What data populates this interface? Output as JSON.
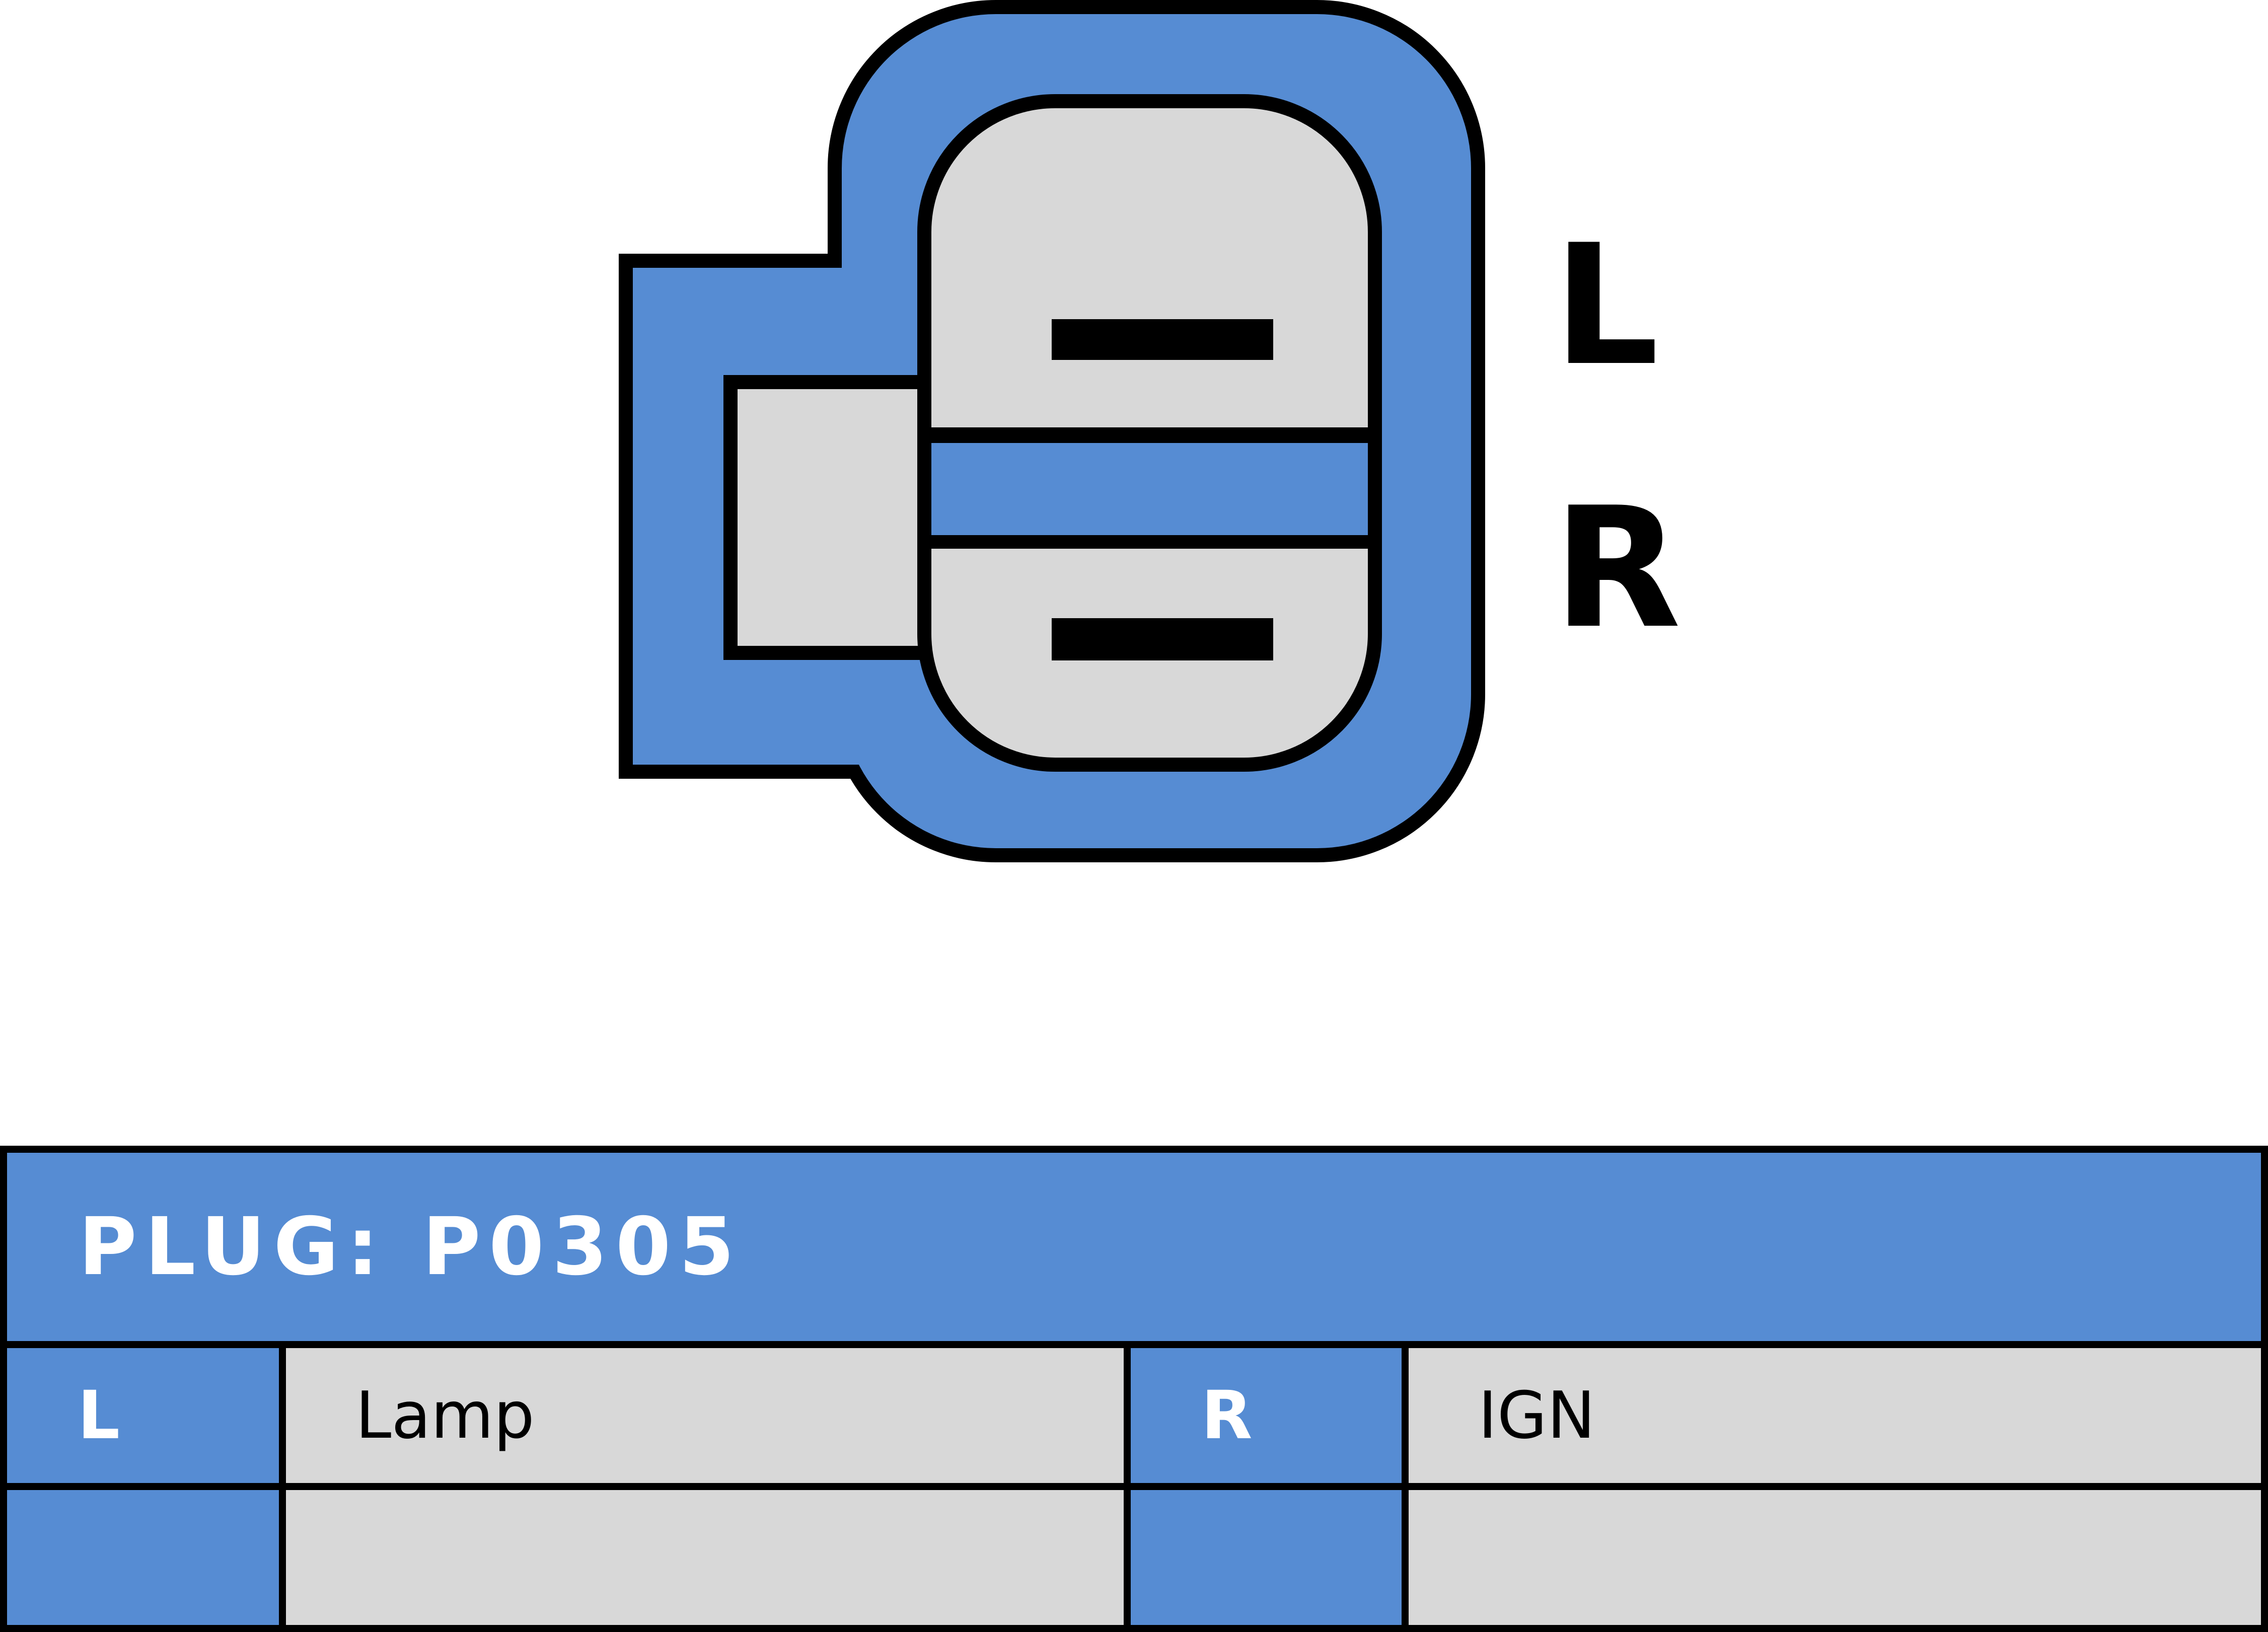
{
  "connector": {
    "top_pin_label": "L",
    "bottom_pin_label": "R"
  },
  "plug_table": {
    "title": "PLUG: P0305",
    "row1": {
      "pin_left": "L",
      "function_left": "Lamp",
      "pin_right": "R",
      "function_right": "IGN"
    },
    "row2": {
      "pin_left": "",
      "function_left": "",
      "pin_right": "",
      "function_right": ""
    }
  },
  "colors": {
    "connector_blue": "#568CD3",
    "cavity_grey": "#D8D8D8",
    "outline_black": "#000000",
    "title_text": "#FFFFFF"
  }
}
